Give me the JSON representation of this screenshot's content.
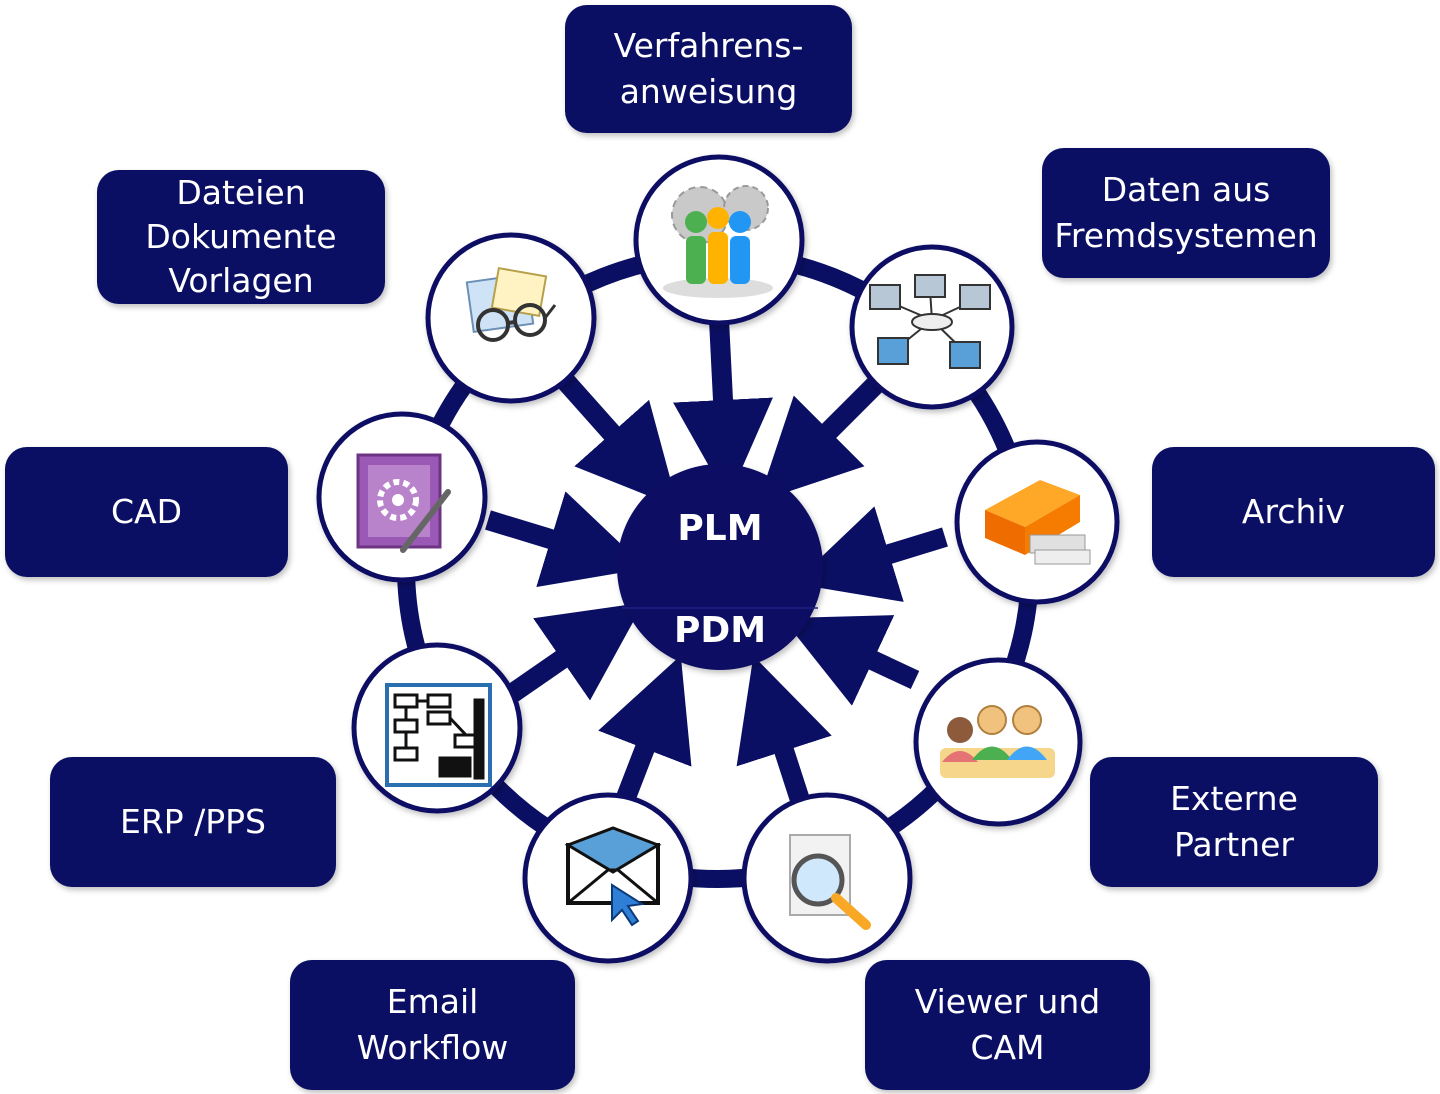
{
  "hub": {
    "line1": "PLM",
    "line2": "PDM"
  },
  "colors": {
    "primary": "#0b0f63",
    "background": "#ffffff",
    "text": "#ffffff"
  },
  "labels": [
    {
      "id": "verfahren",
      "text": "Verfahrens-\nanweisung"
    },
    {
      "id": "fremdsysteme",
      "text": "Daten aus\nFremdsystemen"
    },
    {
      "id": "archiv",
      "text": "Archiv"
    },
    {
      "id": "partner",
      "text": "Externe\nPartner"
    },
    {
      "id": "viewer",
      "text": "Viewer und\nCAM"
    },
    {
      "id": "email",
      "text": "Email\nWorkflow"
    },
    {
      "id": "erp",
      "text": "ERP /PPS"
    },
    {
      "id": "cad",
      "text": "CAD"
    },
    {
      "id": "dateien",
      "text": "Dateien\nDokumente\nVorlagen"
    }
  ],
  "nodes": [
    {
      "id": "verfahren",
      "icon": "people-gears-icon"
    },
    {
      "id": "fremdsysteme",
      "icon": "network-computers-icon"
    },
    {
      "id": "archiv",
      "icon": "archive-box-icon"
    },
    {
      "id": "partner",
      "icon": "partners-group-icon"
    },
    {
      "id": "viewer",
      "icon": "document-magnifier-icon"
    },
    {
      "id": "email",
      "icon": "email-envelope-icon"
    },
    {
      "id": "erp",
      "icon": "process-flowchart-icon"
    },
    {
      "id": "cad",
      "icon": "cad-drawing-icon"
    },
    {
      "id": "dateien",
      "icon": "documents-glasses-icon"
    }
  ]
}
